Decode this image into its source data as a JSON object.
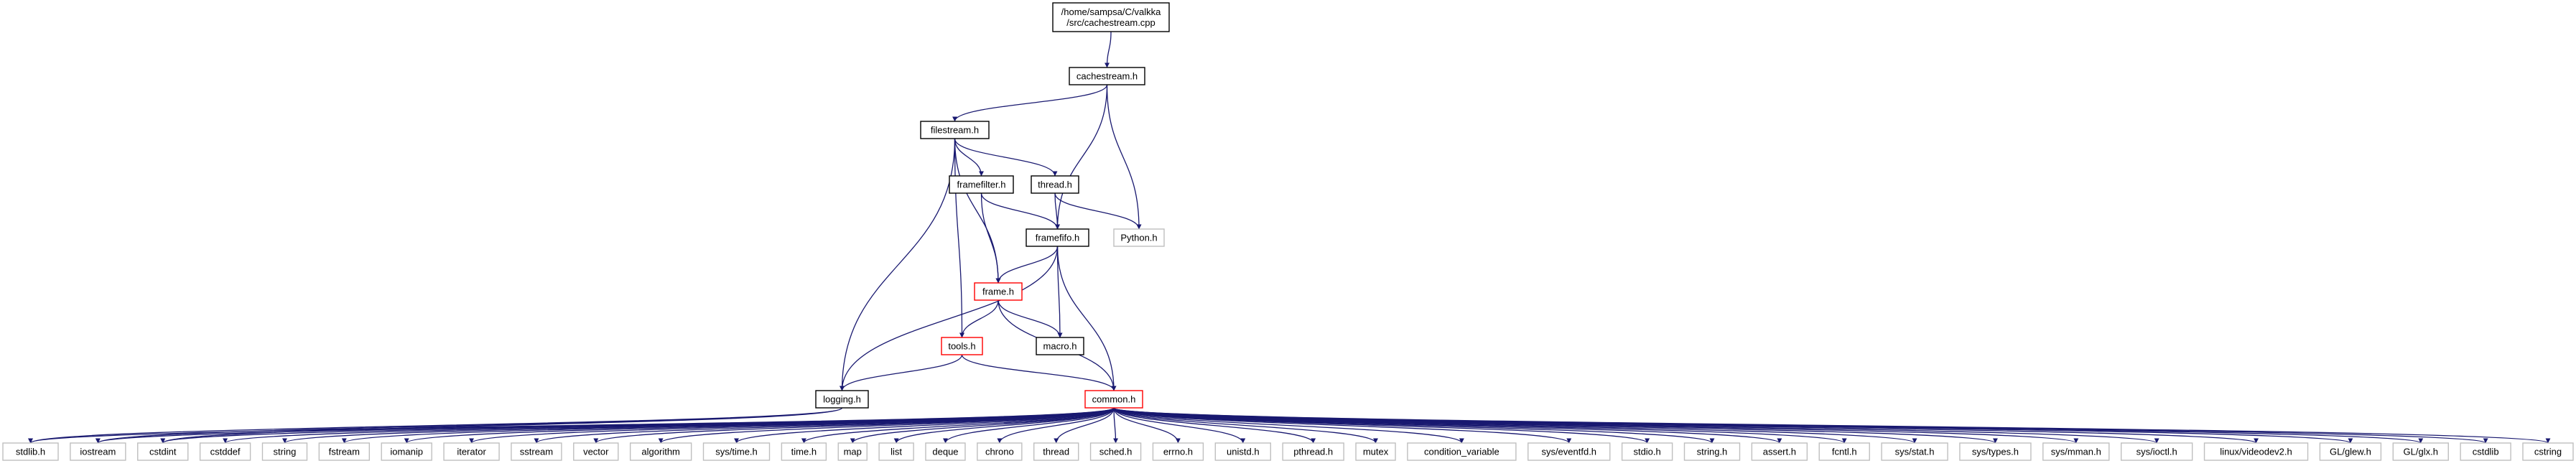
{
  "diagram": {
    "kind": "include-dependency-graph",
    "colors": {
      "edge": "#191970",
      "box_normal": "#000000",
      "box_truncated": "#ff0000",
      "box_external": "#bfbfbf",
      "root_fill": "#bfbfbf"
    },
    "nodes": [
      {
        "id": "root",
        "label": "/home/sampsa/C/valkka\n/src/cachestream.cpp",
        "style": "root"
      },
      {
        "id": "cachestream",
        "label": "cachestream.h",
        "style": "normal"
      },
      {
        "id": "filestream",
        "label": "filestream.h",
        "style": "normal"
      },
      {
        "id": "framefilter",
        "label": "framefilter.h",
        "style": "normal"
      },
      {
        "id": "thread",
        "label": "thread.h",
        "style": "normal"
      },
      {
        "id": "python",
        "label": "Python.h",
        "style": "external"
      },
      {
        "id": "framefifo",
        "label": "framefifo.h",
        "style": "normal"
      },
      {
        "id": "frame",
        "label": "frame.h",
        "style": "truncated"
      },
      {
        "id": "tools",
        "label": "tools.h",
        "style": "truncated"
      },
      {
        "id": "macro",
        "label": "macro.h",
        "style": "normal"
      },
      {
        "id": "logging",
        "label": "logging.h",
        "style": "normal"
      },
      {
        "id": "common",
        "label": "common.h",
        "style": "truncated"
      },
      {
        "id": "stdlib",
        "label": "stdlib.h",
        "style": "external"
      },
      {
        "id": "iostream",
        "label": "iostream",
        "style": "external"
      },
      {
        "id": "cstdint",
        "label": "cstdint",
        "style": "external"
      },
      {
        "id": "cstddef",
        "label": "cstddef",
        "style": "external"
      },
      {
        "id": "string",
        "label": "string",
        "style": "external"
      },
      {
        "id": "fstream",
        "label": "fstream",
        "style": "external"
      },
      {
        "id": "iomanip",
        "label": "iomanip",
        "style": "external"
      },
      {
        "id": "iterator",
        "label": "iterator",
        "style": "external"
      },
      {
        "id": "sstream",
        "label": "sstream",
        "style": "external"
      },
      {
        "id": "vector",
        "label": "vector",
        "style": "external"
      },
      {
        "id": "algorithm",
        "label": "algorithm",
        "style": "external"
      },
      {
        "id": "systime",
        "label": "sys/time.h",
        "style": "external"
      },
      {
        "id": "timeh",
        "label": "time.h",
        "style": "external"
      },
      {
        "id": "map",
        "label": "map",
        "style": "external"
      },
      {
        "id": "list",
        "label": "list",
        "style": "external"
      },
      {
        "id": "deque",
        "label": "deque",
        "style": "external"
      },
      {
        "id": "chrono",
        "label": "chrono",
        "style": "external"
      },
      {
        "id": "threadstd",
        "label": "thread",
        "style": "external"
      },
      {
        "id": "sched",
        "label": "sched.h",
        "style": "external"
      },
      {
        "id": "errno",
        "label": "errno.h",
        "style": "external"
      },
      {
        "id": "unistd",
        "label": "unistd.h",
        "style": "external"
      },
      {
        "id": "pthread",
        "label": "pthread.h",
        "style": "external"
      },
      {
        "id": "mutex",
        "label": "mutex",
        "style": "external"
      },
      {
        "id": "condvar",
        "label": "condition_variable",
        "style": "external"
      },
      {
        "id": "eventfd",
        "label": "sys/eventfd.h",
        "style": "external"
      },
      {
        "id": "stdio",
        "label": "stdio.h",
        "style": "external"
      },
      {
        "id": "stringh",
        "label": "string.h",
        "style": "external"
      },
      {
        "id": "assert",
        "label": "assert.h",
        "style": "external"
      },
      {
        "id": "fcntl",
        "label": "fcntl.h",
        "style": "external"
      },
      {
        "id": "sysstat",
        "label": "sys/stat.h",
        "style": "external"
      },
      {
        "id": "systypes",
        "label": "sys/types.h",
        "style": "external"
      },
      {
        "id": "sysmman",
        "label": "sys/mman.h",
        "style": "external"
      },
      {
        "id": "sysioctl",
        "label": "sys/ioctl.h",
        "style": "external"
      },
      {
        "id": "videodev",
        "label": "linux/videodev2.h",
        "style": "external"
      },
      {
        "id": "glew",
        "label": "GL/glew.h",
        "style": "external"
      },
      {
        "id": "glx",
        "label": "GL/glx.h",
        "style": "external"
      },
      {
        "id": "cstdlib",
        "label": "cstdlib",
        "style": "external"
      },
      {
        "id": "cstring",
        "label": "cstring",
        "style": "external"
      }
    ],
    "edges": [
      [
        "root",
        "cachestream"
      ],
      [
        "cachestream",
        "filestream"
      ],
      [
        "cachestream",
        "framefifo"
      ],
      [
        "cachestream",
        "python"
      ],
      [
        "filestream",
        "framefilter"
      ],
      [
        "filestream",
        "thread"
      ],
      [
        "filestream",
        "frame"
      ],
      [
        "filestream",
        "tools"
      ],
      [
        "filestream",
        "logging"
      ],
      [
        "framefilter",
        "framefifo"
      ],
      [
        "framefilter",
        "frame"
      ],
      [
        "thread",
        "framefifo"
      ],
      [
        "thread",
        "python"
      ],
      [
        "framefifo",
        "frame"
      ],
      [
        "framefifo",
        "macro"
      ],
      [
        "framefifo",
        "logging"
      ],
      [
        "framefifo",
        "common"
      ],
      [
        "frame",
        "tools"
      ],
      [
        "frame",
        "macro"
      ],
      [
        "frame",
        "common"
      ],
      [
        "tools",
        "logging"
      ],
      [
        "tools",
        "common"
      ],
      [
        "logging",
        "stdlib"
      ],
      [
        "logging",
        "iostream"
      ],
      [
        "logging",
        "cstdint"
      ],
      [
        "common",
        "stdlib"
      ],
      [
        "common",
        "iostream"
      ],
      [
        "common",
        "cstdint"
      ],
      [
        "common",
        "cstddef"
      ],
      [
        "common",
        "string"
      ],
      [
        "common",
        "fstream"
      ],
      [
        "common",
        "iomanip"
      ],
      [
        "common",
        "iterator"
      ],
      [
        "common",
        "sstream"
      ],
      [
        "common",
        "vector"
      ],
      [
        "common",
        "algorithm"
      ],
      [
        "common",
        "systime"
      ],
      [
        "common",
        "timeh"
      ],
      [
        "common",
        "map"
      ],
      [
        "common",
        "list"
      ],
      [
        "common",
        "deque"
      ],
      [
        "common",
        "chrono"
      ],
      [
        "common",
        "threadstd"
      ],
      [
        "common",
        "sched"
      ],
      [
        "common",
        "errno"
      ],
      [
        "common",
        "unistd"
      ],
      [
        "common",
        "pthread"
      ],
      [
        "common",
        "mutex"
      ],
      [
        "common",
        "condvar"
      ],
      [
        "common",
        "eventfd"
      ],
      [
        "common",
        "stdio"
      ],
      [
        "common",
        "stringh"
      ],
      [
        "common",
        "assert"
      ],
      [
        "common",
        "fcntl"
      ],
      [
        "common",
        "sysstat"
      ],
      [
        "common",
        "systypes"
      ],
      [
        "common",
        "sysmman"
      ],
      [
        "common",
        "sysioctl"
      ],
      [
        "common",
        "videodev"
      ],
      [
        "common",
        "glew"
      ],
      [
        "common",
        "glx"
      ],
      [
        "common",
        "cstdlib"
      ],
      [
        "common",
        "cstring"
      ]
    ]
  }
}
